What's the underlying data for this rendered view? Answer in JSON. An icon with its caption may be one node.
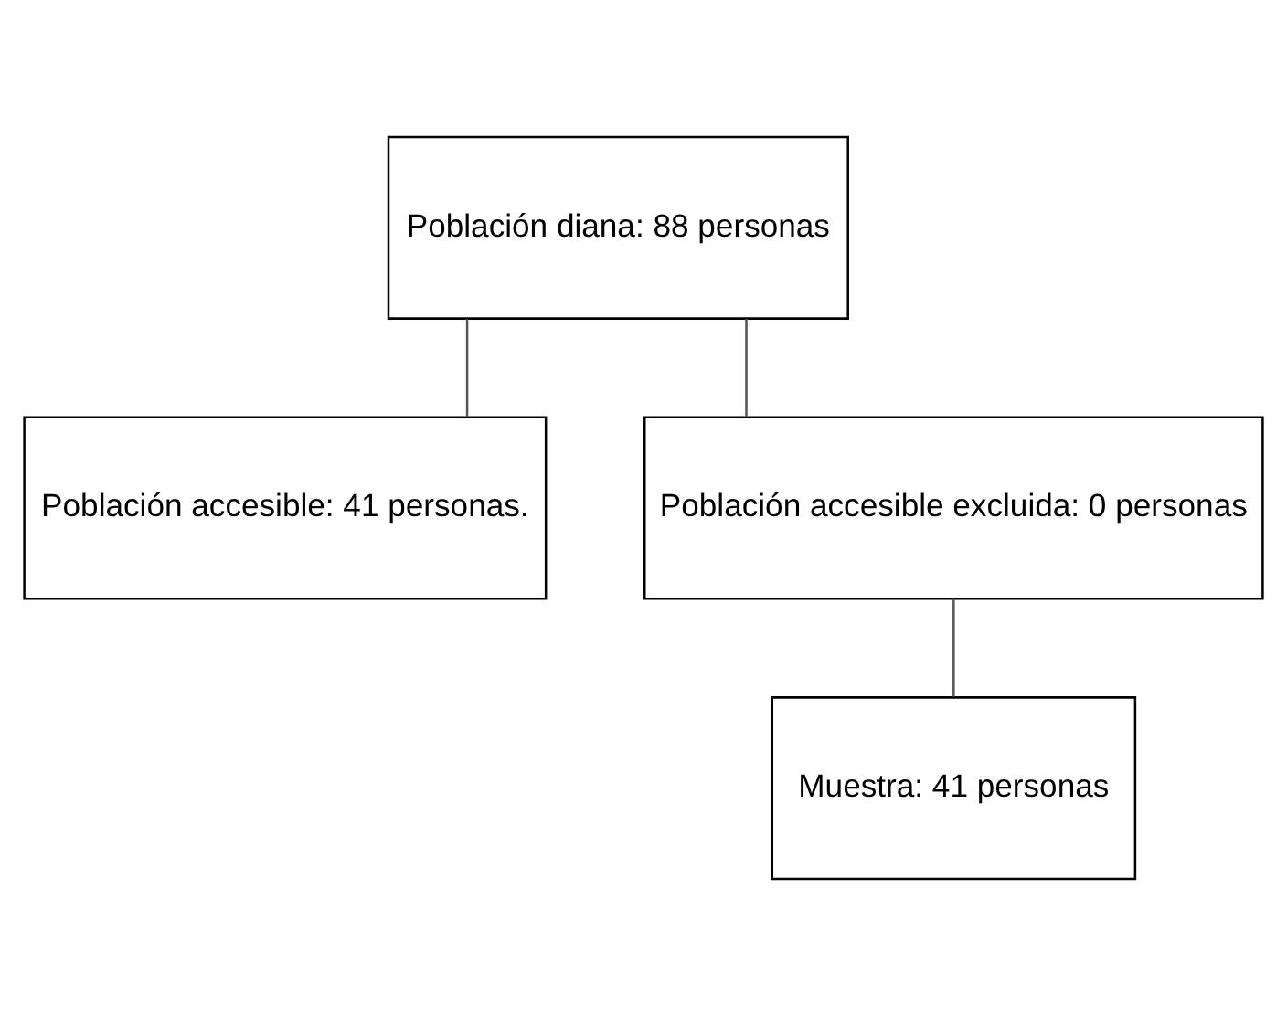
{
  "diagram": {
    "nodes": [
      {
        "text": [
          "Población diana: 88 personas"
        ]
      },
      {
        "text": [
          "Población accesible: 41 personas."
        ]
      },
      {
        "text": [
          "Población accesible excluida: 0 personas"
        ]
      },
      {
        "text": [
          "Muestra: 41 personas"
        ]
      }
    ],
    "edges": [
      {
        "from": 0,
        "to": 1,
        "arrow": "none"
      },
      {
        "from": 0,
        "to": 2,
        "arrow": "none"
      },
      {
        "from": 2,
        "to": 3,
        "arrow": "none"
      }
    ]
  }
}
